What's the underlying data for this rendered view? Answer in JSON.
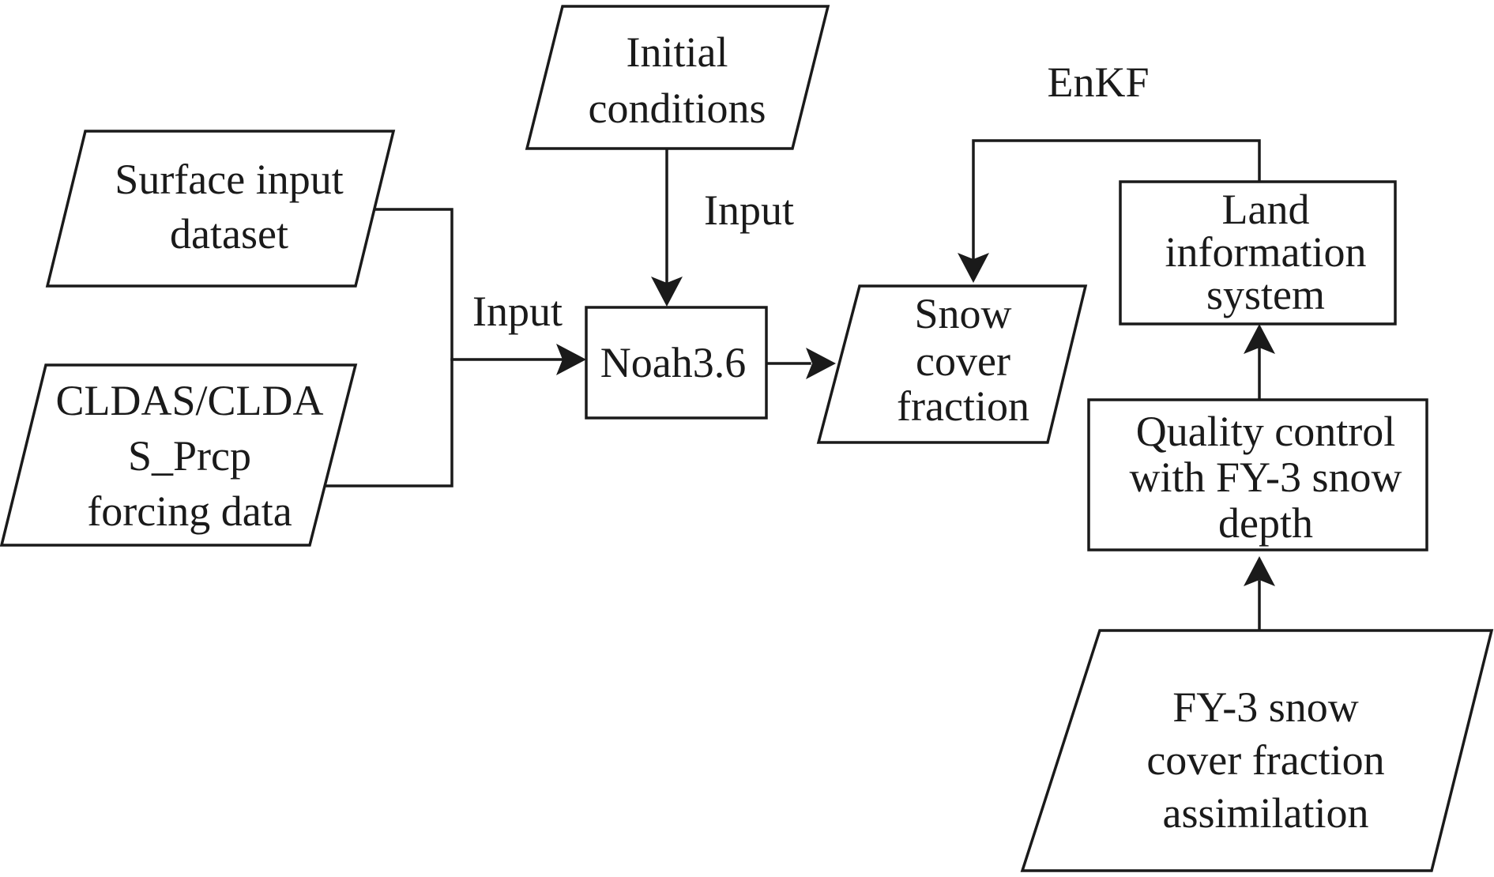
{
  "nodes": {
    "initial_conditions": {
      "lines": [
        "Initial",
        "conditions"
      ]
    },
    "surface_input": {
      "lines": [
        "Surface input",
        "dataset"
      ]
    },
    "cldas": {
      "lines": [
        "CLDAS/CLDA",
        "S_Prcp",
        "forcing data"
      ]
    },
    "noah": {
      "lines": [
        "Noah3.6"
      ]
    },
    "snow_cover": {
      "lines": [
        "Snow",
        "cover",
        "fraction"
      ]
    },
    "lis": {
      "lines": [
        "Land",
        "information",
        "system"
      ]
    },
    "quality_control": {
      "lines": [
        "Quality control",
        "with FY-3 snow",
        "depth"
      ]
    },
    "fy3_assimilation": {
      "lines": [
        "FY-3 snow",
        "cover fraction",
        "assimilation"
      ]
    }
  },
  "edges": {
    "input_left": "Input",
    "input_top": "Input",
    "enkf": "EnKF"
  },
  "colors": {
    "stroke": "#1a1a1a",
    "background": "#ffffff"
  }
}
